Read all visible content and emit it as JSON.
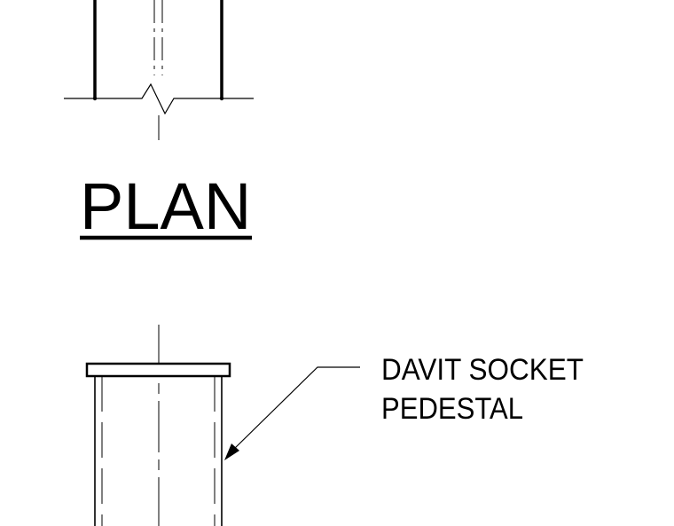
{
  "plan_view": {
    "title": "PLAN"
  },
  "elevation_view": {
    "callout": {
      "line1": "DAVIT SOCKET",
      "line2": "PEDESTAL"
    }
  },
  "colors": {
    "line": "#000000",
    "background": "#ffffff"
  }
}
